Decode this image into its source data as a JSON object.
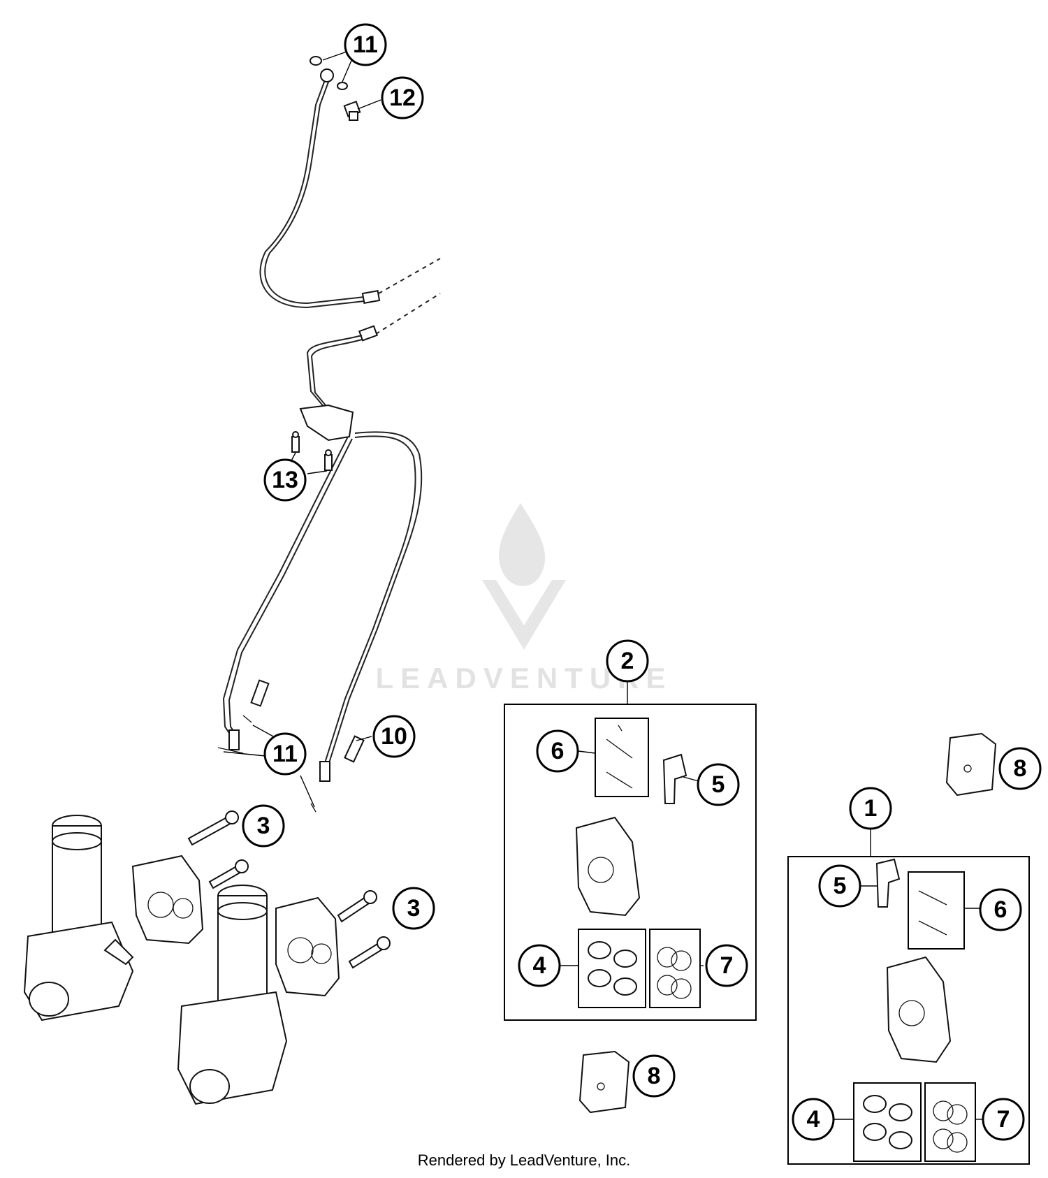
{
  "watermark": {
    "text": "LEADVENTURE",
    "color": "#e2e2e2"
  },
  "footer": {
    "text": "Rendered by LeadVenture, Inc."
  },
  "callouts": {
    "c11_top": "11",
    "c12": "12",
    "c13": "13",
    "c11_bottom": "11",
    "c10": "10",
    "c3_a": "3",
    "c3_b": "3",
    "c2": "2",
    "c6_g2": "6",
    "c5_g2": "5",
    "c4_g2": "4",
    "c7_g2": "7",
    "c8_mid": "8",
    "c8_right": "8",
    "c1": "1",
    "c5_g1": "5",
    "c6_g1": "6",
    "c4_g1": "4",
    "c7_g1": "7"
  },
  "icons": [
    "flame-logo-icon",
    "brake-hose",
    "brake-caliper",
    "fork-leg",
    "brake-pad",
    "pin",
    "bolt",
    "piston",
    "seal-ring"
  ]
}
